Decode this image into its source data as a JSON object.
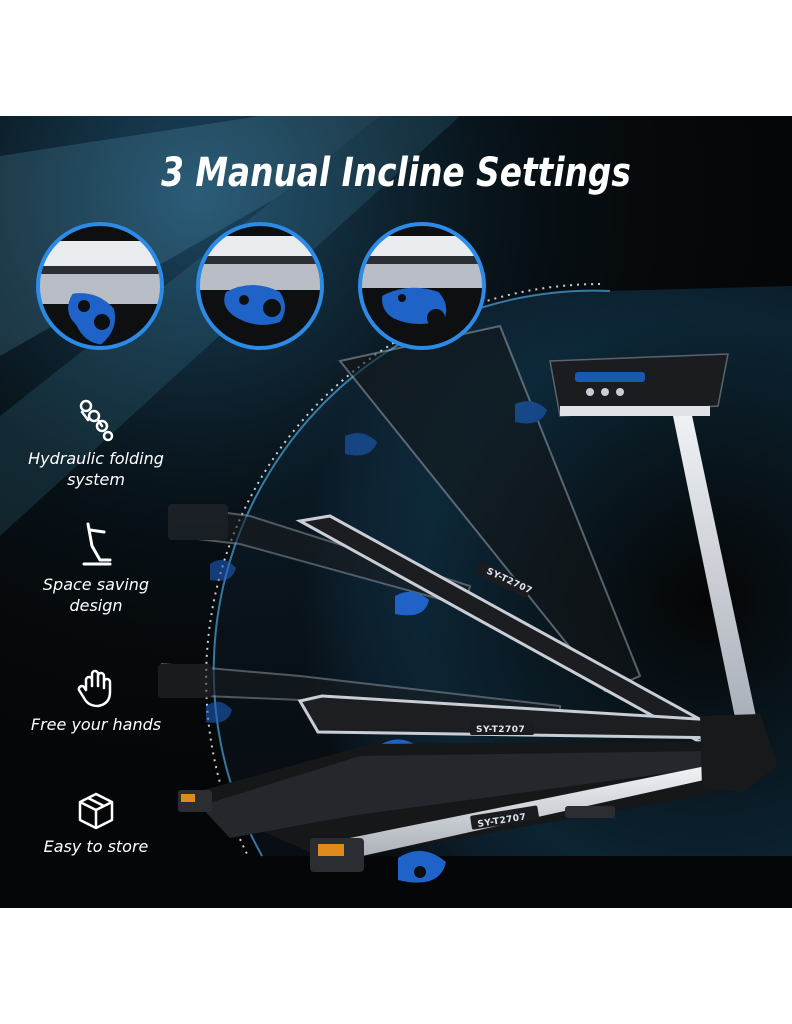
{
  "banner": {
    "title": "3 Manual Incline Settings",
    "model": "SY-T2707",
    "features": [
      {
        "icon": "hydraulic-chain-icon",
        "label": "Hydraulic folding\nsystem"
      },
      {
        "icon": "folded-treadmill-icon",
        "label": "Space saving\ndesign"
      },
      {
        "icon": "hand-icon",
        "label": "Free your hands"
      },
      {
        "icon": "box-icon",
        "label": "Easy to store"
      }
    ]
  },
  "colors": {
    "background": "#050607",
    "accent_blue": "#1f63c9",
    "frame_silver": "#c9ced6",
    "glow_cyan": "#3aa7ff"
  }
}
